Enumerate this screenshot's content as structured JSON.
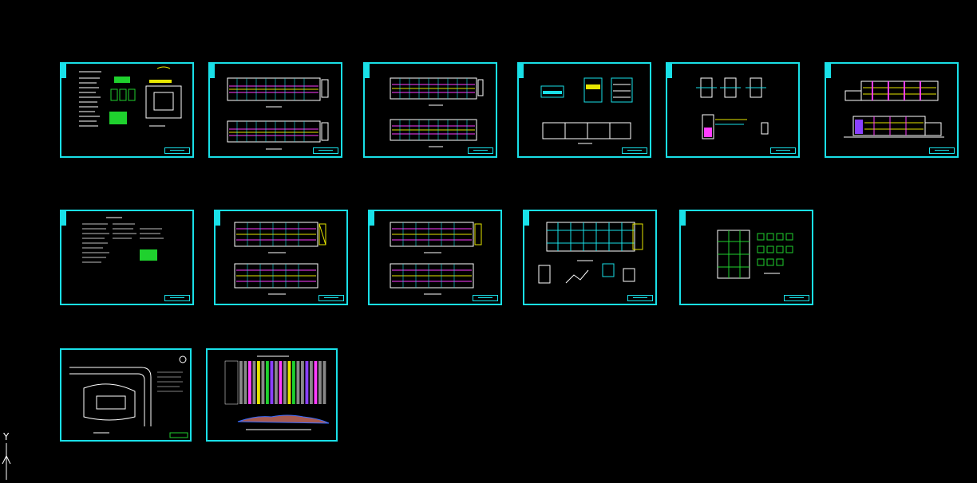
{
  "canvas": {
    "background_color": "#000000",
    "frame_color": "#19e0e8"
  },
  "drawings": [
    {
      "id": "sheet-1",
      "content": "notes-and-details"
    },
    {
      "id": "sheet-2",
      "content": "floor-plans"
    },
    {
      "id": "sheet-3",
      "content": "floor-plans"
    },
    {
      "id": "sheet-4",
      "content": "sections-and-details"
    },
    {
      "id": "sheet-5",
      "content": "wall-details"
    },
    {
      "id": "sheet-6",
      "content": "elevations"
    },
    {
      "id": "sheet-7",
      "content": "structural-notes"
    },
    {
      "id": "sheet-8",
      "content": "floor-plans"
    },
    {
      "id": "sheet-9",
      "content": "floor-plans"
    },
    {
      "id": "sheet-10",
      "content": "foundation-plan"
    },
    {
      "id": "sheet-11",
      "content": "column-schedule"
    },
    {
      "id": "sheet-12",
      "content": "site-plan"
    },
    {
      "id": "sheet-13",
      "content": "color-chart"
    }
  ],
  "ucs_icon": {
    "y_label": "Y",
    "icon": "ucs-axis-icon"
  }
}
